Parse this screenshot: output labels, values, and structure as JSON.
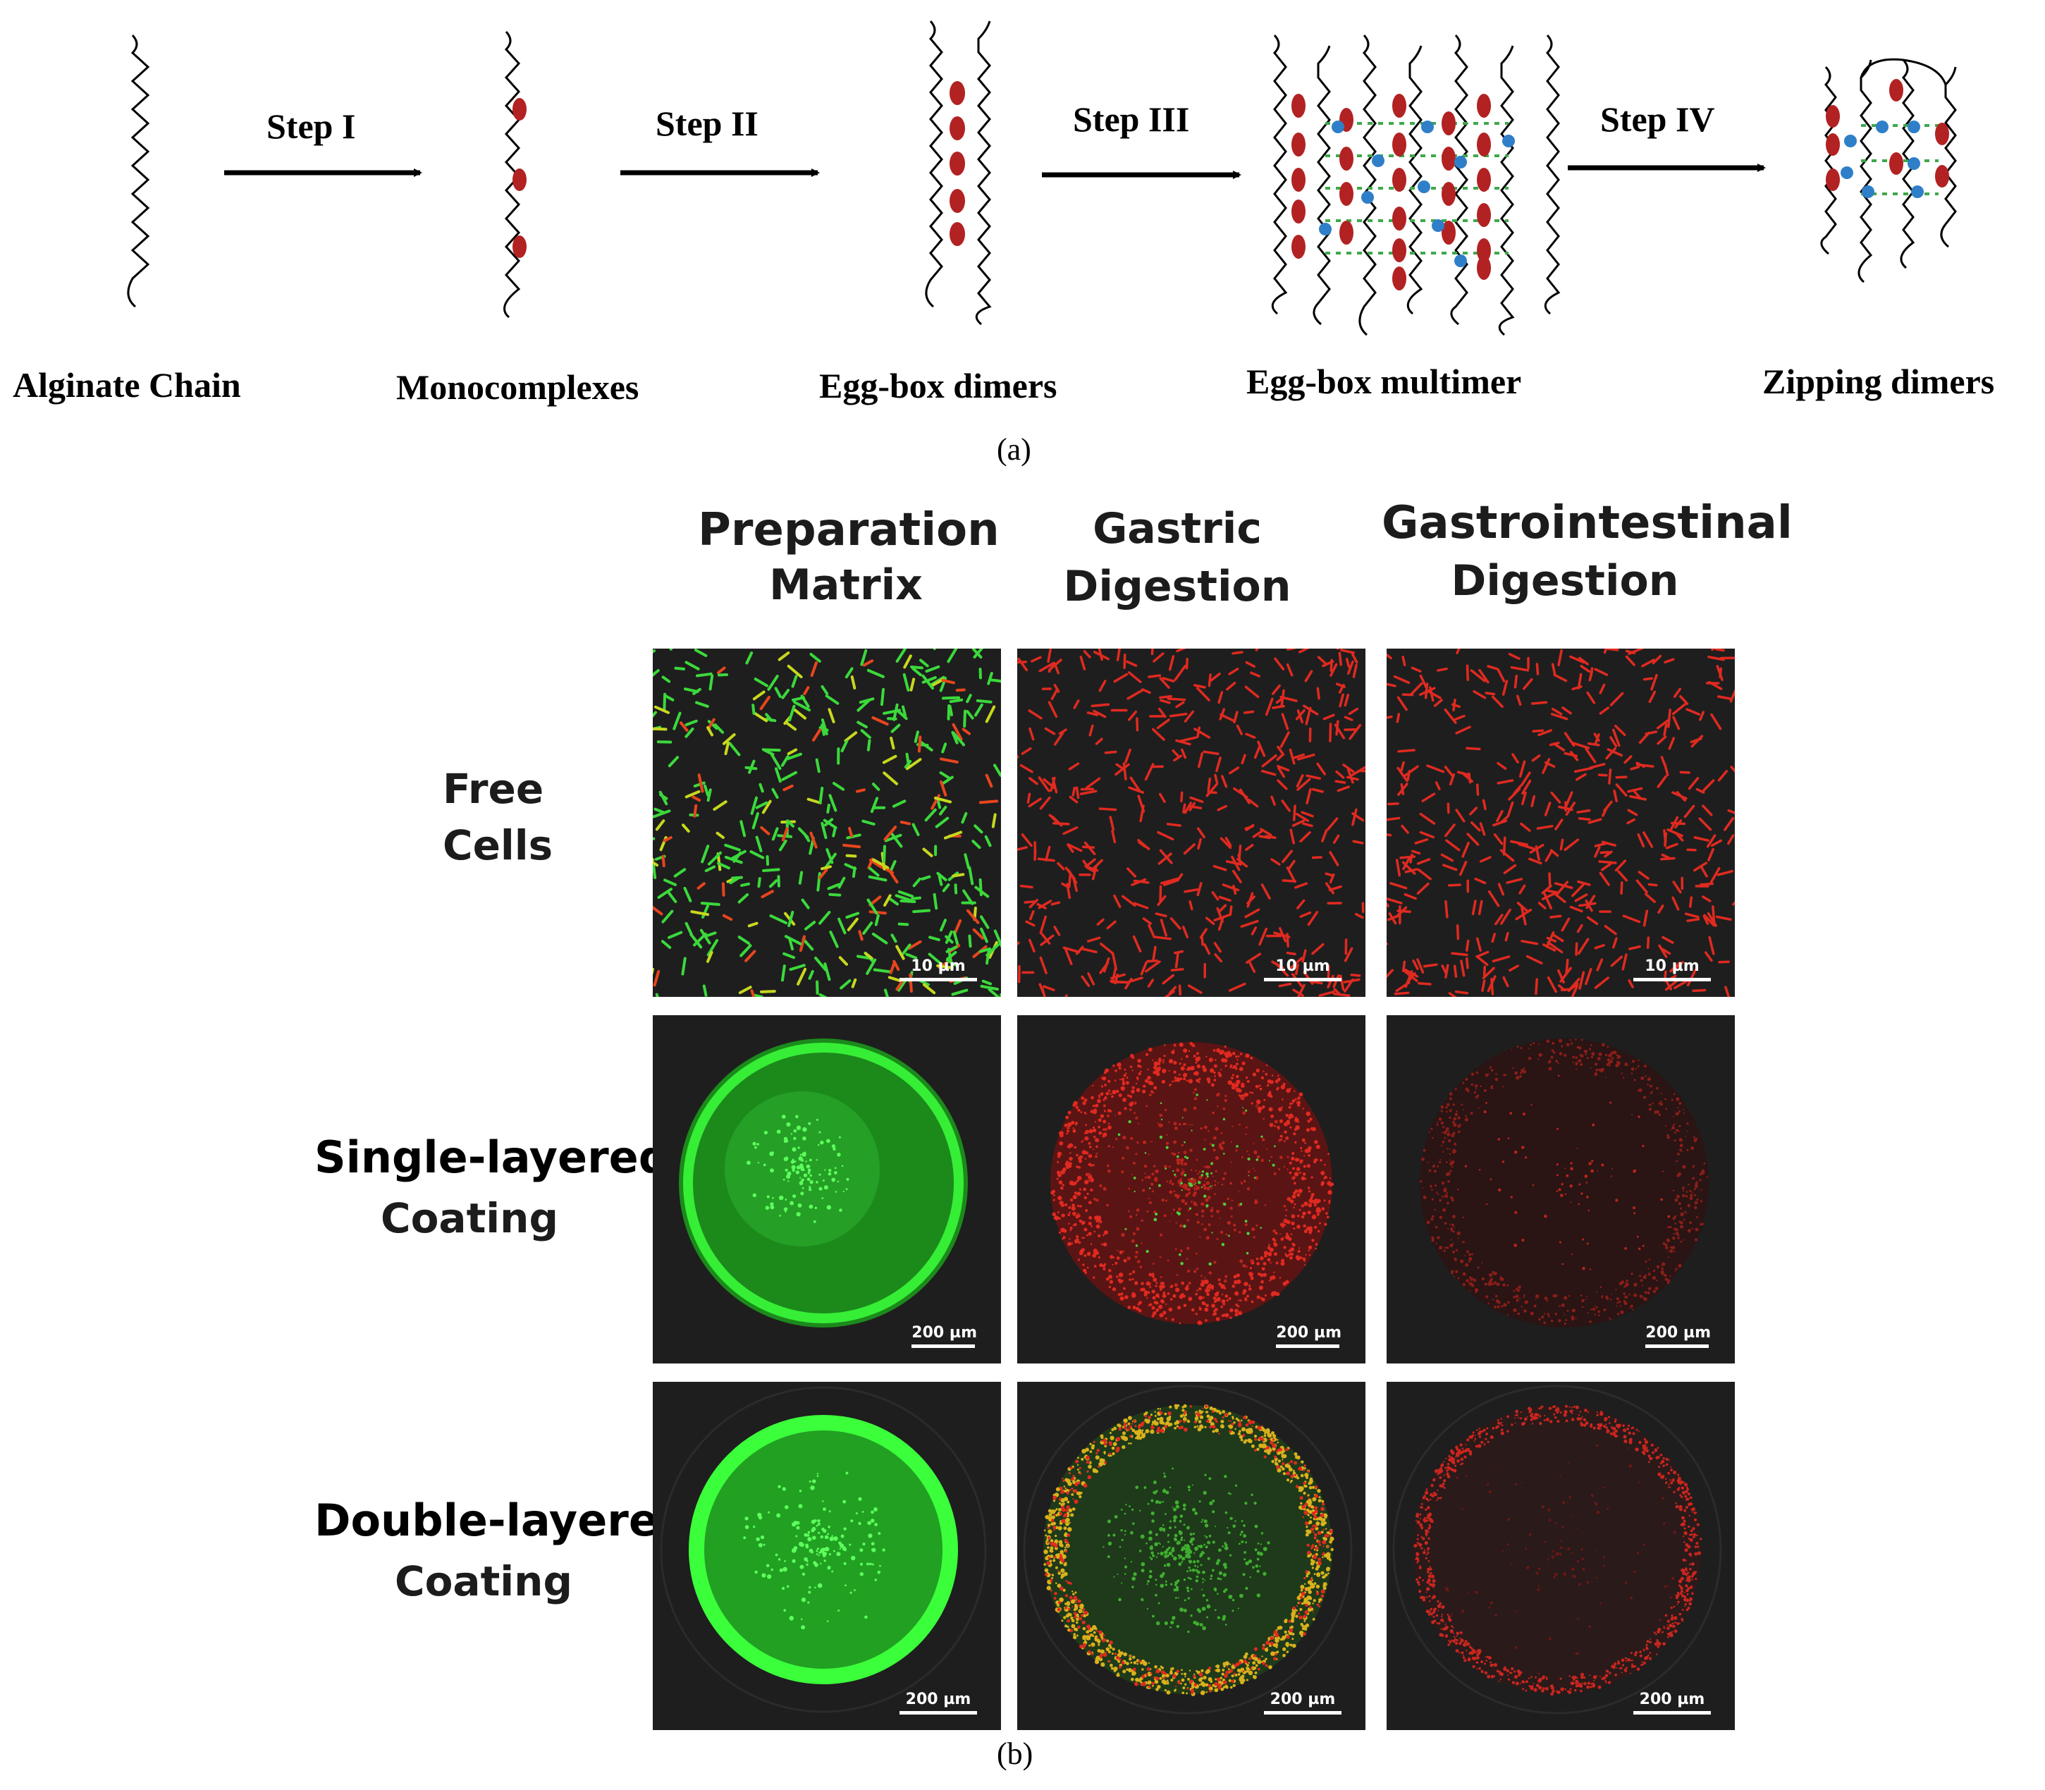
{
  "panel_a": {
    "stages": [
      "Alginate Chain",
      "Monocomplexes",
      "Egg-box dimers",
      "Egg-box multimer",
      "Zipping dimers"
    ],
    "steps": [
      "Step I",
      "Step II",
      "Step III",
      "Step IV"
    ],
    "label": "(a)"
  },
  "panel_b": {
    "columns": [
      {
        "line1": "Preparation",
        "line2": "Matrix"
      },
      {
        "line1": "Gastric",
        "line2": "Digestion"
      },
      {
        "line1": "Gastrointestinal",
        "line2": "Digestion"
      }
    ],
    "rows": [
      {
        "line1": "Free",
        "line2": "Cells"
      },
      {
        "line1": "Single-layered",
        "line2": "Coating"
      },
      {
        "line1": "Double-layered",
        "line2": "Coating"
      }
    ],
    "scale_bars": [
      [
        "10 µm",
        "10 µm",
        "10 µm"
      ],
      [
        "200 µm",
        "200 µm",
        "200 µm"
      ],
      [
        "200 µm",
        "200 µm",
        "200 µm"
      ]
    ],
    "label": "(b)"
  },
  "colors": {
    "calcium_ion": "#b22222",
    "blue_ion": "#2f7fc8",
    "hydrogen_bond": "#3ea84a",
    "live_stain": "#3bd93b",
    "dead_stain": "#e02a20",
    "micrograph_background": "#1e1e1e"
  }
}
